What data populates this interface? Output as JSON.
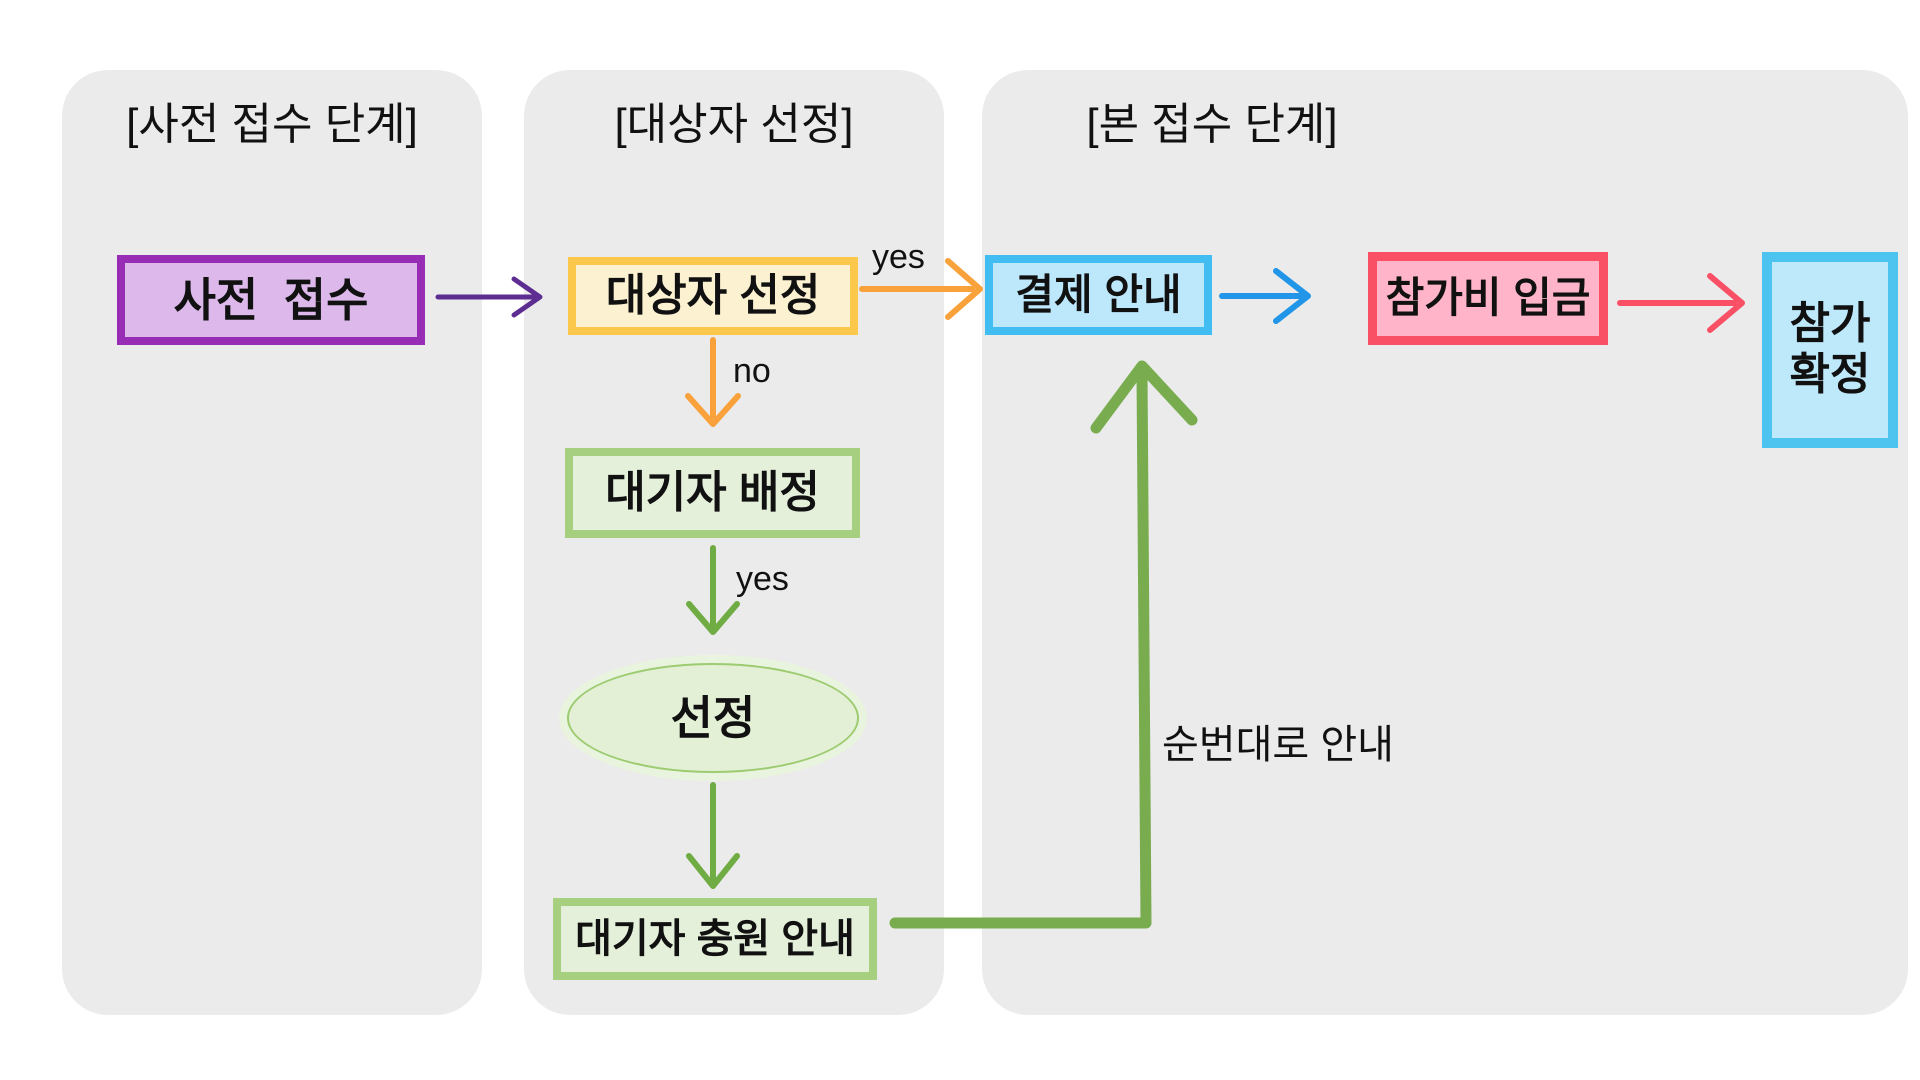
{
  "panels": [
    {
      "title": "[사전 접수 단계]"
    },
    {
      "title": "[대상자 선정]"
    },
    {
      "title": "[본 접수 단계]"
    }
  ],
  "nodes": {
    "pre_registration": "사전  접수",
    "candidate_selection": "대상자 선정",
    "waitlist_assignment": "대기자 배정",
    "selected": "선정",
    "waitlist_fill_notice": "대기자 충원 안내",
    "payment_guide": "결제 안내",
    "fee_deposit": "참가비 입금",
    "participation_line1": "참가",
    "participation_line2": "확정"
  },
  "edge_labels": {
    "select_yes": "yes",
    "select_no": "no",
    "waitlist_yes": "yes",
    "sequence_notice": "순번대로 안내"
  },
  "colors": {
    "text": "#111111",
    "panel_bg": "#ebebeb",
    "purple_border": "#962db4",
    "purple_fill": "#dcb9ea",
    "yellow_border": "#fbc84c",
    "yellow_fill": "#fcf1d1",
    "green_border": "#a6cf80",
    "green_fill": "#e4f0da",
    "ellipse_border": "#9ccb70",
    "ellipse_fill": "#e3f0d5",
    "ellipse_halo": "#e9f4de",
    "blue_border": "#41bdf1",
    "blue_fill": "#bde8fb",
    "pink_border": "#fa5065",
    "pink_fill": "#ffb4c9",
    "confirm_border": "#4dc3f0",
    "confirm_fill": "#bee9fa",
    "arrow_purple": "#5e2d91",
    "arrow_orange": "#f9a23c",
    "arrow_green": "#6fac44",
    "arrow_big_green": "#79ac4f",
    "arrow_blue": "#2196e8",
    "arrow_red": "#fa5065"
  }
}
